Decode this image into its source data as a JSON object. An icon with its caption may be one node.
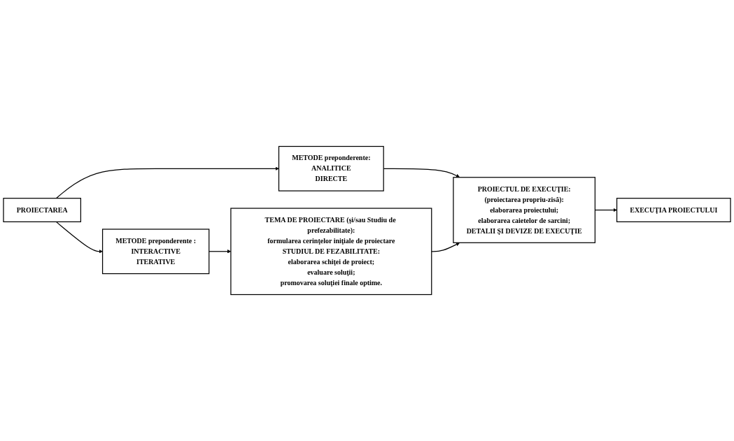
{
  "diagram": {
    "nodes": [
      {
        "text": [
          "PROIECTAREA"
        ]
      },
      {
        "text": [
          "METODE preponderente :",
          "INTERACTIVE",
          "ITERATIVE"
        ]
      },
      {
        "text": [
          "TEMA DE PROIECTARE (şi/sau Studiu de prefezabilitate):",
          "formularea cerinţelor iniţiale de proiectare",
          "STUDIUL DE FEZABILITATE:",
          "elaborarea schiţei de proiect;",
          "evaluare soluţii;",
          "promovarea soluţiei finale optime."
        ]
      },
      {
        "text": [
          "METODE preponderente:",
          "ANALITICE",
          "DIRECTE"
        ]
      },
      {
        "text": [
          "PROIECTUL DE EXECUŢIE:",
          "(proiectarea propriu-zisă):",
          "elaborarea proiectului;",
          "elaborarea caietelor de sarcini;",
          "DETALII ŞI DEVIZE DE EXECUŢIE"
        ]
      },
      {
        "text": [
          "EXECUŢIA PROIECTULUI"
        ]
      }
    ],
    "edges": [
      {
        "from": 0,
        "to": 1,
        "arrow": "to"
      },
      {
        "from": 0,
        "to": 3,
        "arrow": "to"
      },
      {
        "from": 1,
        "to": 2,
        "arrow": "to"
      },
      {
        "from": 3,
        "to": 4,
        "arrow": "to"
      },
      {
        "from": 2,
        "to": 4,
        "arrow": "to"
      },
      {
        "from": 4,
        "to": 5,
        "arrow": "to"
      }
    ]
  }
}
